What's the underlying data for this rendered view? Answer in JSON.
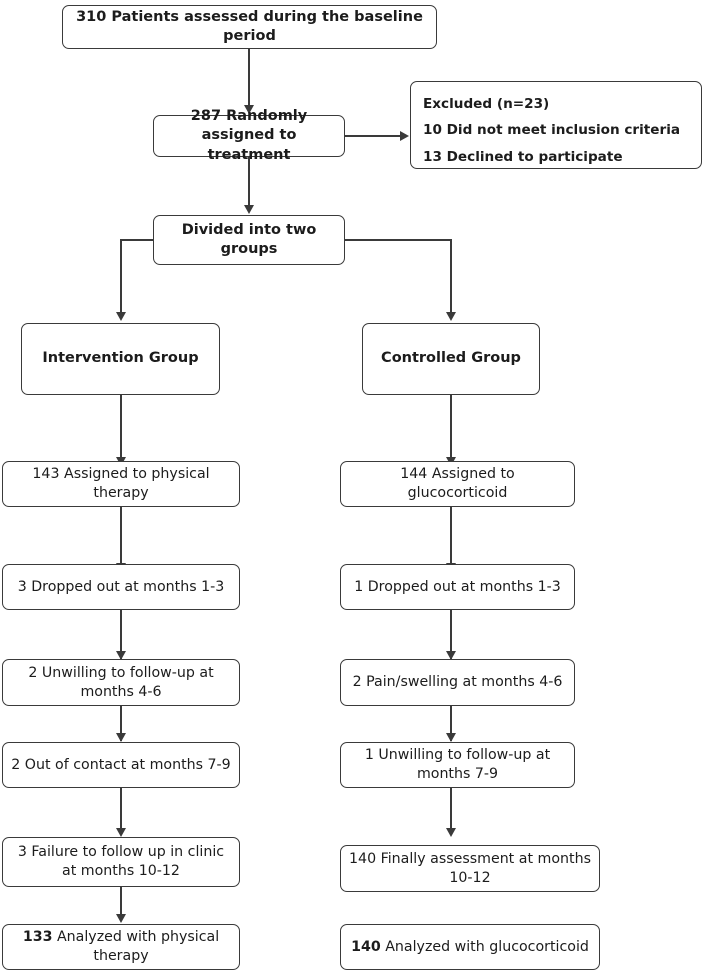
{
  "diagram": {
    "title": "CONSORT patient flow diagram",
    "line_color": "#3a3a3a",
    "text_color": "#1c1c1c",
    "background": "#ffffff"
  },
  "nodes": {
    "baseline": {
      "text": "310 Patients assessed during the baseline period"
    },
    "randomized": {
      "text": "287 Randomly assigned to treatment"
    },
    "excluded": {
      "line1": "Excluded (n=23)",
      "line2": "10 Did not meet inclusion criteria",
      "line3": "13 Declined to participate"
    },
    "divided": {
      "text": "Divided into two groups"
    },
    "intervention_group": {
      "text": "Intervention Group"
    },
    "controlled_group": {
      "text": "Controlled Group"
    }
  },
  "left_column": {
    "group_label": "Intervention Group",
    "steps": [
      {
        "text": "143 Assigned to physical therapy"
      },
      {
        "text": "3 Dropped out at months 1-3"
      },
      {
        "text": "2 Unwilling to follow-up at months 4-6"
      },
      {
        "text": "2 Out of contact at months 7-9"
      },
      {
        "text": "3 Failure to follow up in clinic at months 10-12"
      }
    ],
    "result": {
      "count": "133",
      "label": "Analyzed with physical therapy"
    }
  },
  "right_column": {
    "group_label": "Controlled Group",
    "steps": [
      {
        "text": "144 Assigned to glucocorticoid"
      },
      {
        "text": "1 Dropped out at months 1-3"
      },
      {
        "text": "2 Pain/swelling at months 4-6"
      },
      {
        "text": "1 Unwilling to follow-up at months 7-9"
      },
      {
        "text": "140 Finally assessment at months 10-12"
      }
    ],
    "result": {
      "count": "140",
      "label": "Analyzed with glucocorticoid"
    }
  }
}
